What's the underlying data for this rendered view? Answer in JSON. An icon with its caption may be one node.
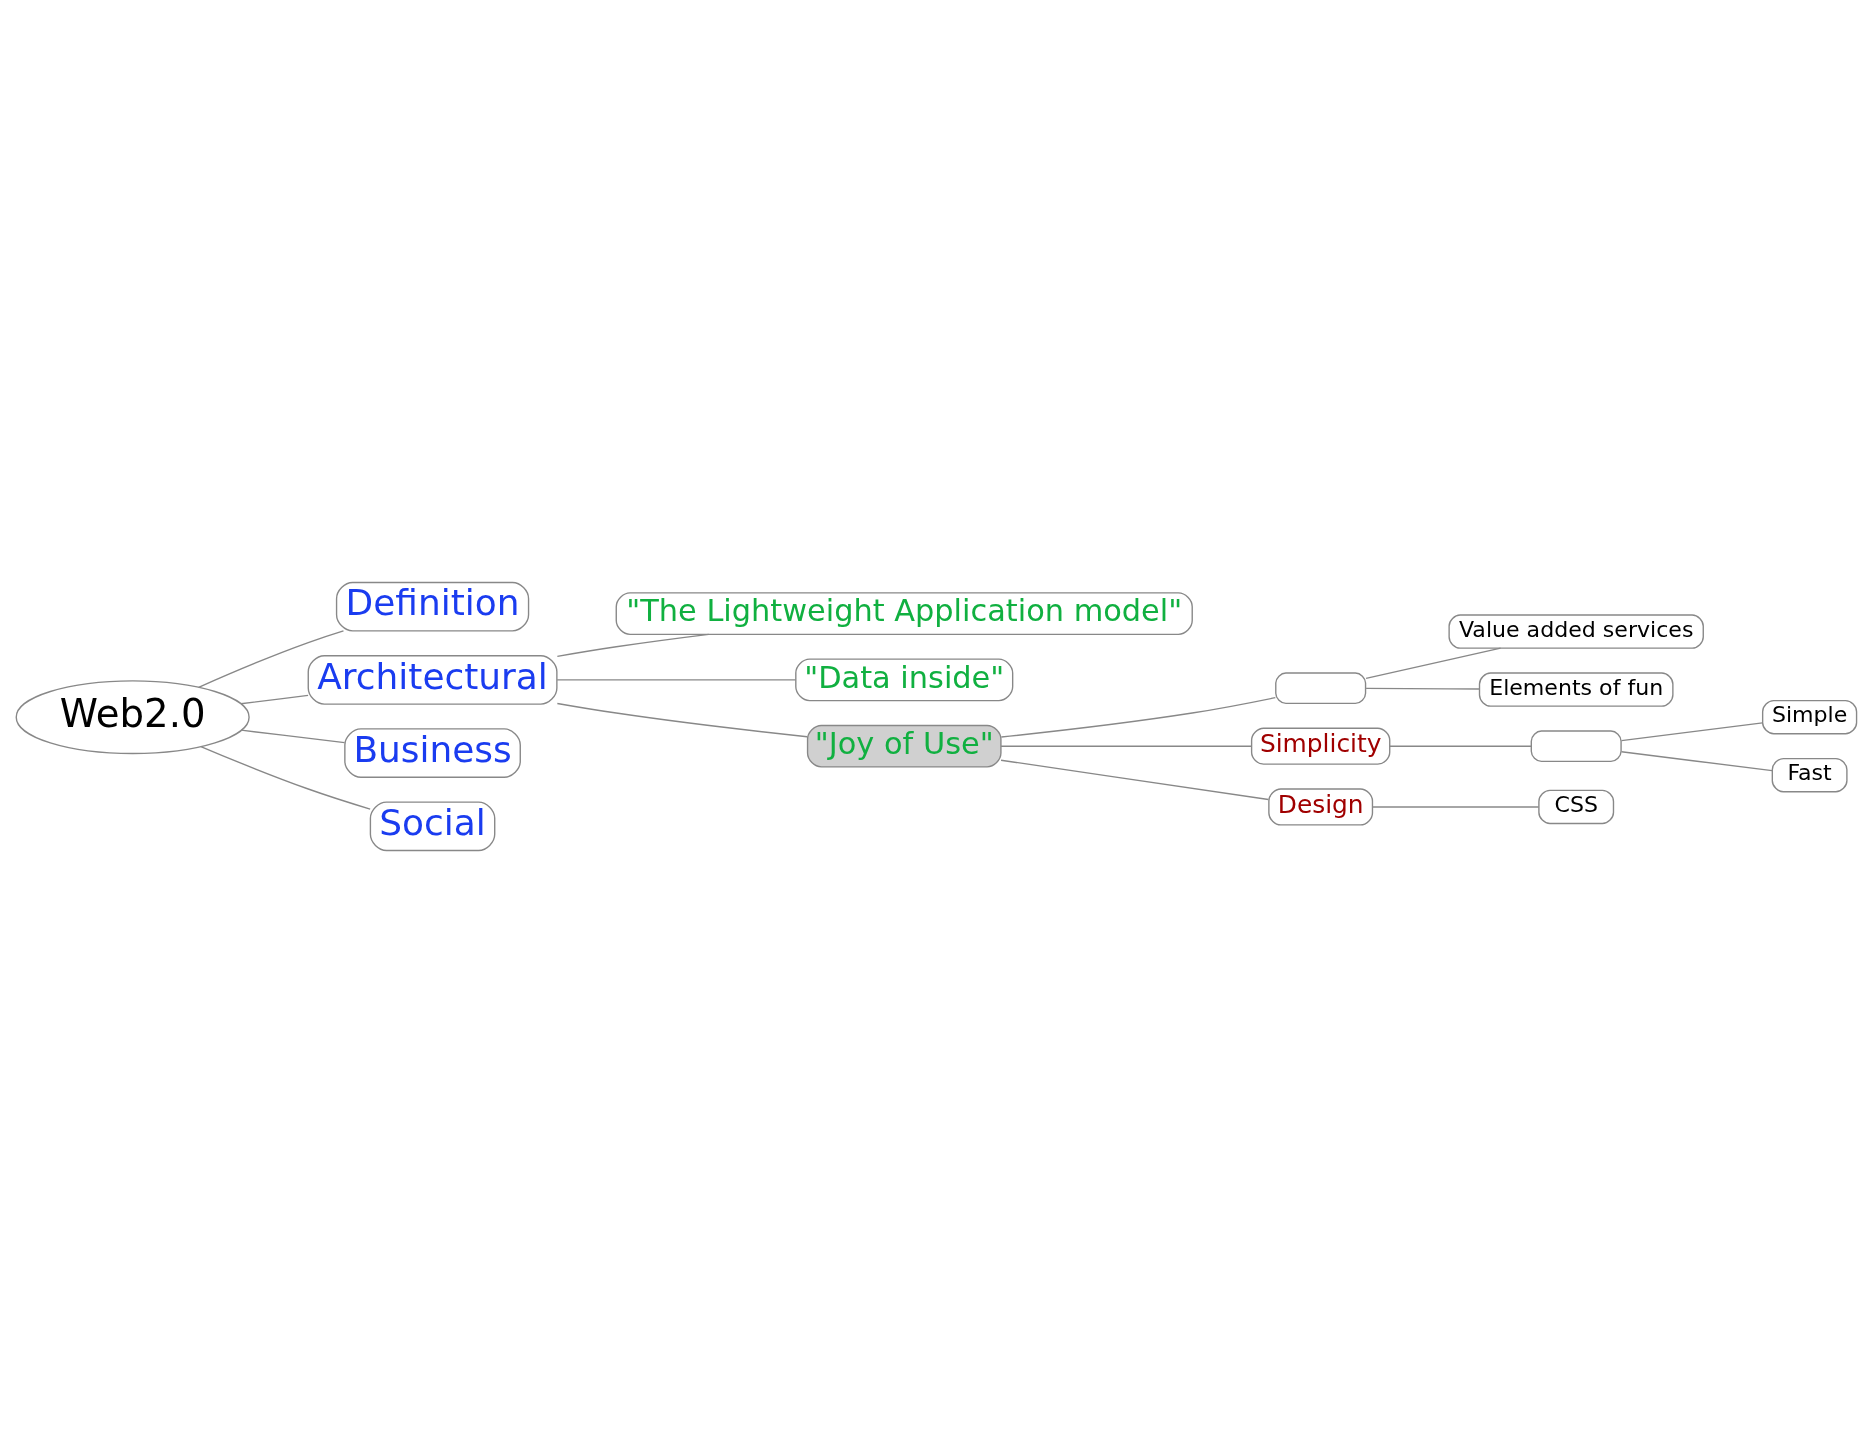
{
  "diagram": {
    "nodes": [
      {
        "text": [
          "Web2.0"
        ]
      },
      {
        "text": [
          "Definition"
        ]
      },
      {
        "text": [
          "Architectural"
        ]
      },
      {
        "text": [
          "\"The Lightweight Application model\""
        ]
      },
      {
        "text": [
          "\"Data inside\""
        ]
      },
      {
        "text": [
          "\"Joy of Use\""
        ]
      },
      {
        "text": [],
        "shape": "box"
      },
      {
        "text": [
          "Value added services"
        ]
      },
      {
        "text": [
          "Elements of fun"
        ]
      },
      {
        "text": [
          "Simplicity"
        ]
      },
      {
        "text": [],
        "shape": "box"
      },
      {
        "text": [
          "Simple"
        ]
      },
      {
        "text": [
          "Fast"
        ]
      },
      {
        "text": [
          "Design"
        ]
      },
      {
        "text": [
          "CSS"
        ]
      },
      {
        "text": [
          "Business"
        ]
      },
      {
        "text": [
          "Social"
        ]
      }
    ],
    "edges": [
      {
        "from": 0,
        "to": 1,
        "arrow": "none"
      },
      {
        "from": 0,
        "to": 2,
        "arrow": "none"
      },
      {
        "from": 2,
        "to": 3,
        "arrow": "none"
      },
      {
        "from": 2,
        "to": 4,
        "arrow": "none"
      },
      {
        "from": 2,
        "to": 5,
        "arrow": "none"
      },
      {
        "from": 5,
        "to": 6,
        "arrow": "none"
      },
      {
        "from": 6,
        "to": 7,
        "arrow": "none"
      },
      {
        "from": 6,
        "to": 8,
        "arrow": "none"
      },
      {
        "from": 5,
        "to": 9,
        "arrow": "none"
      },
      {
        "from": 9,
        "to": 10,
        "arrow": "none"
      },
      {
        "from": 10,
        "to": 11,
        "arrow": "none"
      },
      {
        "from": 10,
        "to": 12,
        "arrow": "none"
      },
      {
        "from": 5,
        "to": 13,
        "arrow": "none"
      },
      {
        "from": 13,
        "to": 14,
        "arrow": "none"
      },
      {
        "from": 0,
        "to": 15,
        "arrow": "none"
      },
      {
        "from": 0,
        "to": 16,
        "arrow": "none"
      }
    ]
  }
}
